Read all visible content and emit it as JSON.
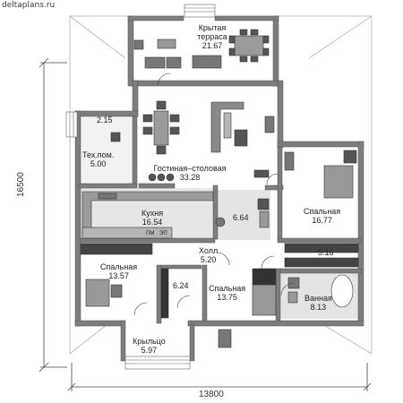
{
  "watermark": "deltaplans.ru",
  "dimensions": {
    "width": "13800",
    "height": "16500"
  },
  "rooms": {
    "terrace": {
      "name": "Крытая терраса",
      "name_line1": "Крытая",
      "name_line2": "терраса",
      "area": "21.67"
    },
    "room_215": {
      "area": "2.15"
    },
    "tech": {
      "name": "Тех.пом.",
      "area": "5.00"
    },
    "living": {
      "name": "Гостиная–столовая",
      "area": "33.28"
    },
    "kitchen": {
      "name": "Кухня",
      "area": "16.54"
    },
    "bath_664": {
      "area": "6.64"
    },
    "bedroom_1677": {
      "name": "Спальная",
      "area": "16.77"
    },
    "hall": {
      "name": "Холл",
      "area": "5.20"
    },
    "closet_516": {
      "area": "5.16"
    },
    "bedroom_1357": {
      "name": "Спальная",
      "area": "13.57"
    },
    "room_624": {
      "area": "6.24"
    },
    "bedroom_1375": {
      "name": "Спальная",
      "area": "13.75"
    },
    "bathroom": {
      "name": "Ванная",
      "area": "8.13"
    },
    "porch": {
      "name": "Крыльцо",
      "area": "5.97"
    }
  },
  "fixtures": {
    "pm_label": "ПМ",
    "cooktop_label": "ЭП"
  },
  "colors": {
    "wall": "#7d7d7d",
    "floor": "#ffffff",
    "tile": "#e4e4e4",
    "furniture": "#6b6b6b",
    "furniture_light": "#c9c9c9"
  }
}
